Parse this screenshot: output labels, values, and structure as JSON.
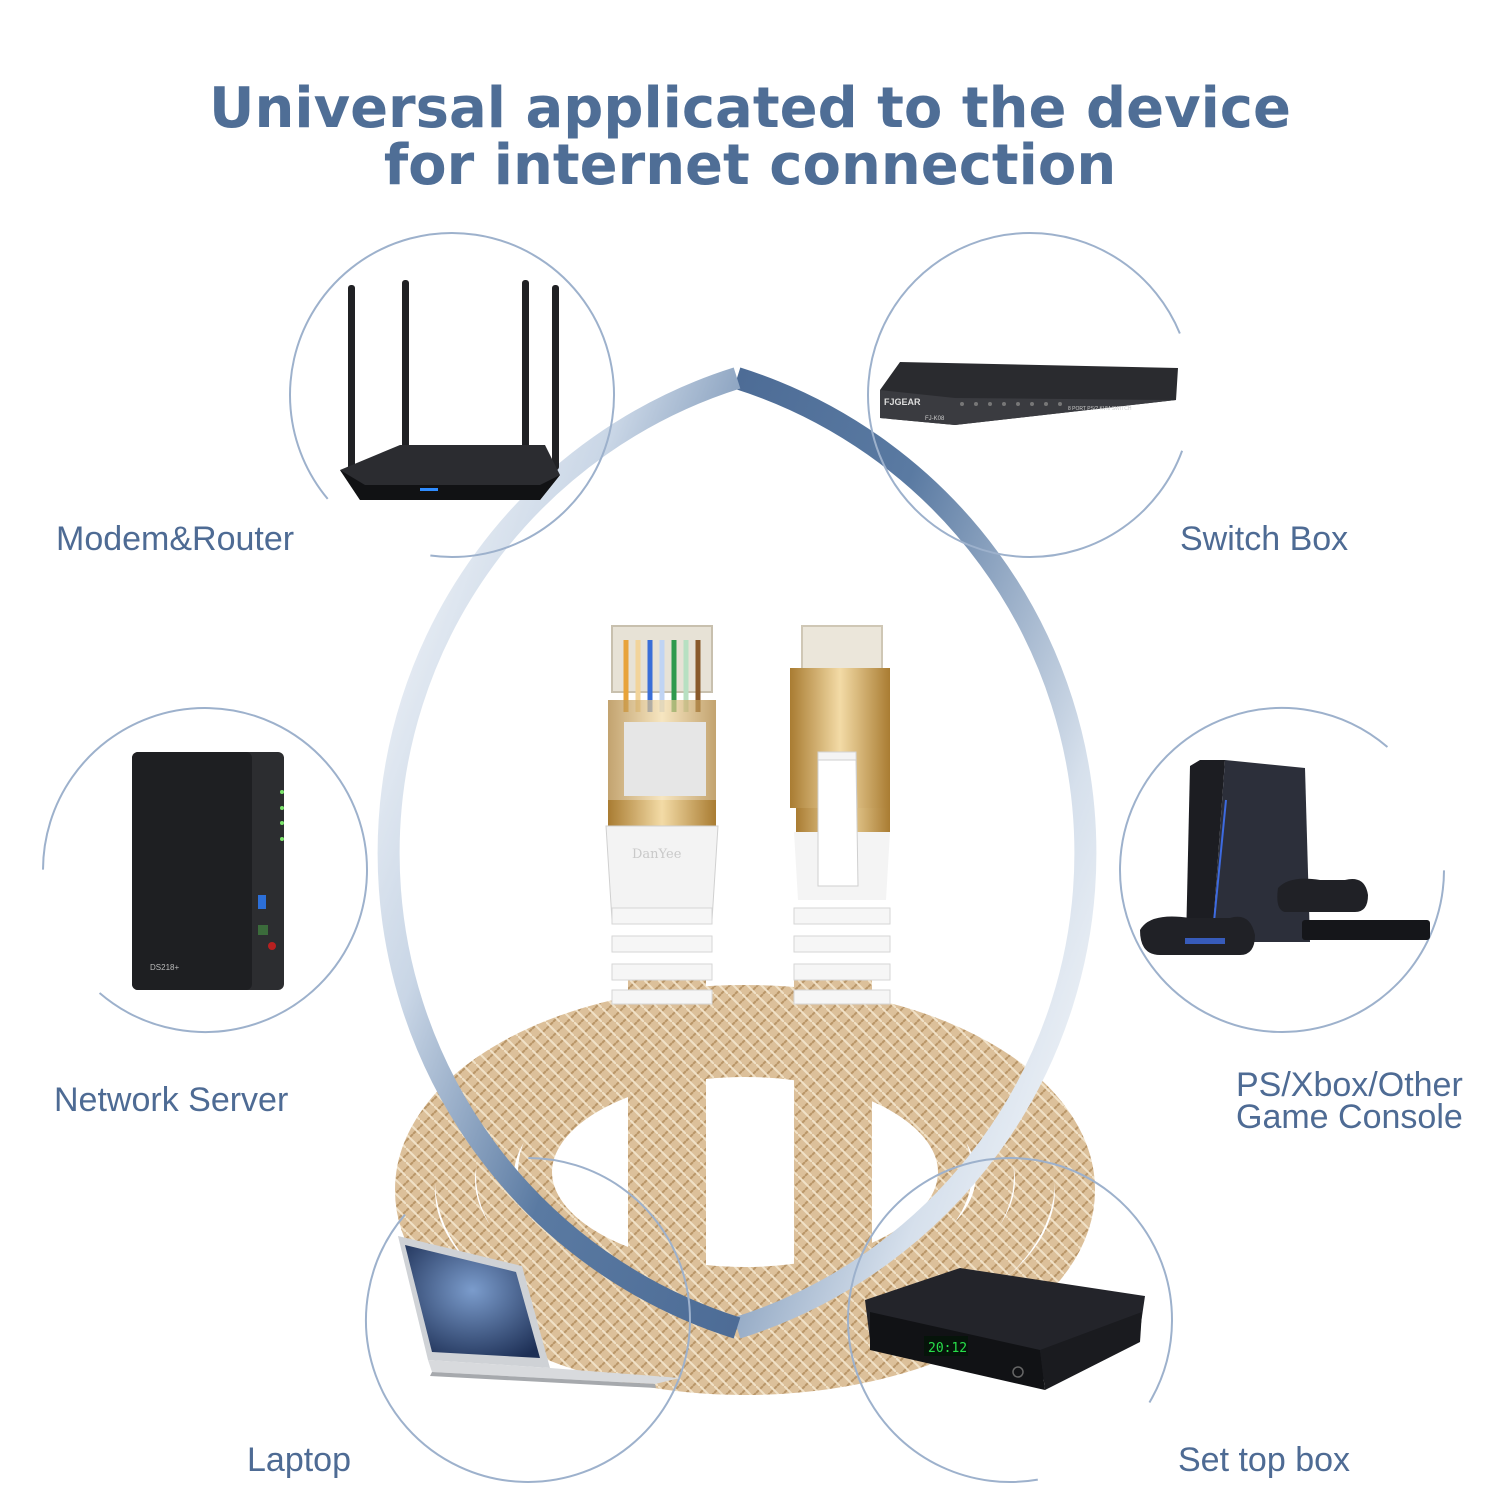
{
  "title": {
    "line1": "Universal applicated to the device",
    "line2": "for internet connection"
  },
  "colors": {
    "title": "#4f6e96",
    "label": "#4e6b94",
    "ring": "#5a7aa2",
    "circle_outline": "#9db1cc",
    "cable": "#d9bc93"
  },
  "devices": {
    "modem_router": "Modem&Router",
    "switch_box": "Switch Box",
    "network_server": "Network Server",
    "game_console_line1": "PS/Xbox/Other",
    "game_console_line2": "Game Console",
    "laptop": "Laptop",
    "set_top_box": "Set top box"
  },
  "product": {
    "plug_brand": "DanYee",
    "switch_brand": "FJGEAR",
    "switch_model": "FJ-K08",
    "switch_caption": "8 PORT PS/2 KVM SWITCH",
    "nas_model": "DS218+",
    "stb_clock": "20:12"
  }
}
